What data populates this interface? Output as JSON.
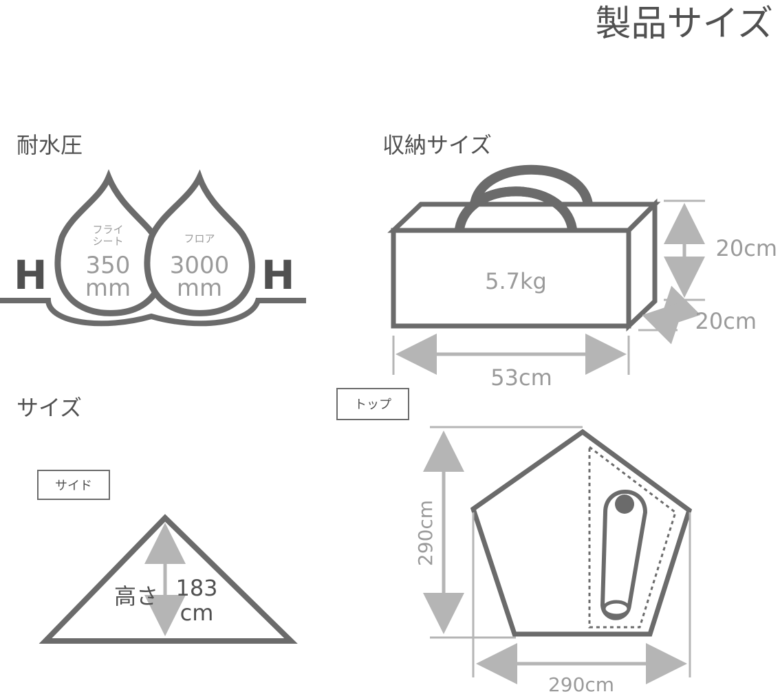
{
  "page_title": "製品サイズ",
  "water_resistance": {
    "heading": "耐水圧",
    "fly_sheet_label_line1": "フライ",
    "fly_sheet_label_line2": "シート",
    "fly_sheet_value": "350",
    "fly_sheet_unit": "mm",
    "floor_label": "フロア",
    "floor_value": "3000",
    "floor_unit": "mm",
    "left_letter": "H",
    "right_letter": "H"
  },
  "storage": {
    "heading": "収納サイズ",
    "weight": "5.7kg",
    "height": "20cm",
    "depth": "20cm",
    "width": "53cm"
  },
  "size": {
    "heading": "サイズ",
    "side_tag": "サイド",
    "height_label": "高さ",
    "height_value": "183",
    "height_unit": "cm"
  },
  "top": {
    "tag": "トップ",
    "vertical_dim": "290cm",
    "horizontal_dim": "290cm"
  },
  "colors": {
    "outline": "#6b6b6b",
    "dimension": "#b5b5b5",
    "text_dark": "#505050",
    "text_light": "#a0a0a0"
  }
}
